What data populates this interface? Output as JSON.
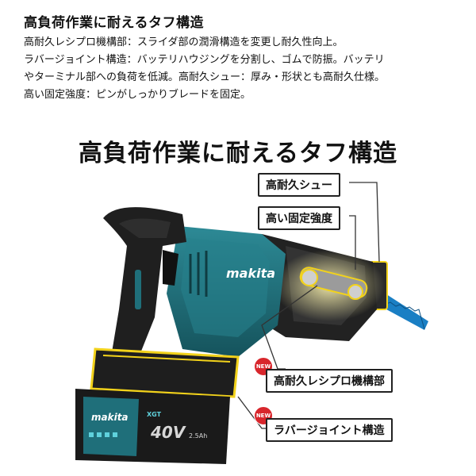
{
  "description": {
    "title": "高負荷作業に耐えるタフ構造",
    "lines": [
      "高耐久レシプロ機構部：スライダ部の潤滑構造を変更し耐久性向上。",
      "ラバージョイント構造：バッテリハウジングを分割し、ゴムで防振。バッテリ",
      "やターミナル部への負荷を低減。高耐久シュー：厚み・形状とも高耐久仕様。",
      "高い固定強度：ピンがしっかりブレードを固定。"
    ]
  },
  "banner": {
    "title": "高負荷作業に耐えるタフ構造"
  },
  "callouts": {
    "shoe": "高耐久シュー",
    "clamp": "高い固定強度",
    "recipro": "高耐久レシプロ機構部",
    "rubber": "ラバージョイント構造"
  },
  "badges": {
    "new": "NEW"
  },
  "tool": {
    "brand": "makita",
    "battery_brand": "makita",
    "battery_voltage": "40V",
    "battery_series": "XGT",
    "battery_capacity": "2.5Ah"
  },
  "colors": {
    "body": "#1f6f7a",
    "dark": "#1c1c1c",
    "highlight": "#f2d21b",
    "badge": "#d8262c"
  }
}
